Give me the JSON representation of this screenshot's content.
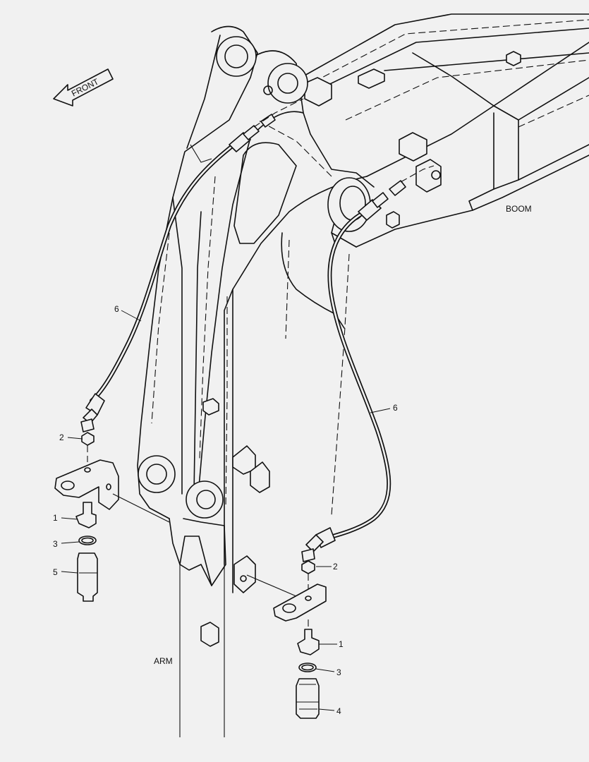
{
  "labels": {
    "front": "FRONT",
    "boom": "BOOM",
    "arm": "ARM"
  },
  "callouts": {
    "hose_left": "6",
    "hose_right": "6",
    "nut_left": "2",
    "nut_right": "2",
    "adapter_left": "1",
    "adapter_right": "1",
    "oring_left": "3",
    "oring_right": "3",
    "coupler_left": "5",
    "coupler_right": "4"
  },
  "colors": {
    "background": "#f1f1f1",
    "line": "#111111"
  }
}
